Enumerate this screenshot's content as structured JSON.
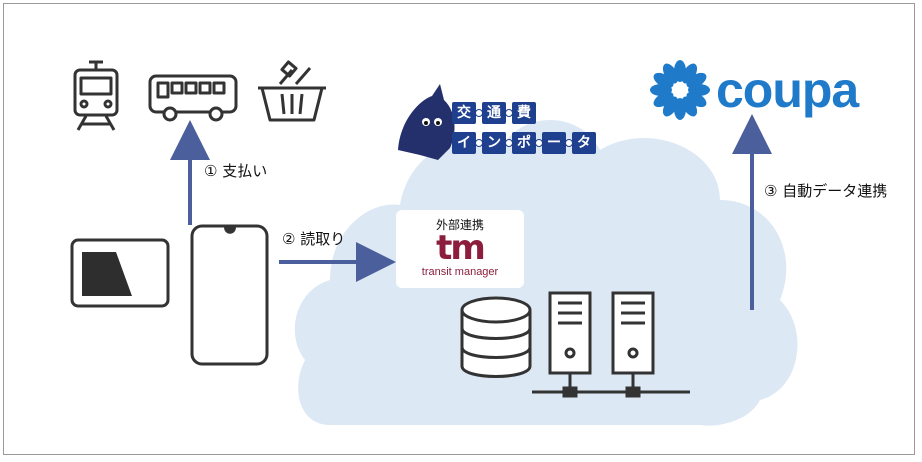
{
  "steps": {
    "step1": "① 支払い",
    "step2": "② 読取り",
    "step3": "③ 自動データ連携"
  },
  "transit_manager": {
    "heading": "外部連携",
    "logo_mark": "tm",
    "subtitle": "transit manager"
  },
  "coupa": {
    "wordmark": "coupa"
  },
  "kotsuhi_importer": {
    "row1": [
      "交",
      "通",
      "費"
    ],
    "row2": [
      "イ",
      "ン",
      "ポ",
      "ー",
      "タ"
    ]
  },
  "icons": [
    "train-icon",
    "bus-icon",
    "shopping-basket-icon",
    "ic-card-icon",
    "smartphone-icon",
    "database-icon",
    "server-icon",
    "server-icon",
    "cloud-icon",
    "mascot-icon",
    "coupa-flower-icon"
  ],
  "colors": {
    "arrow": "#4a5f9c",
    "cloud": "#dde8f5",
    "coupa_blue": "#1f7ac9",
    "tm_red": "#8c1d3d",
    "importer_navy": "#1f3f8f"
  }
}
